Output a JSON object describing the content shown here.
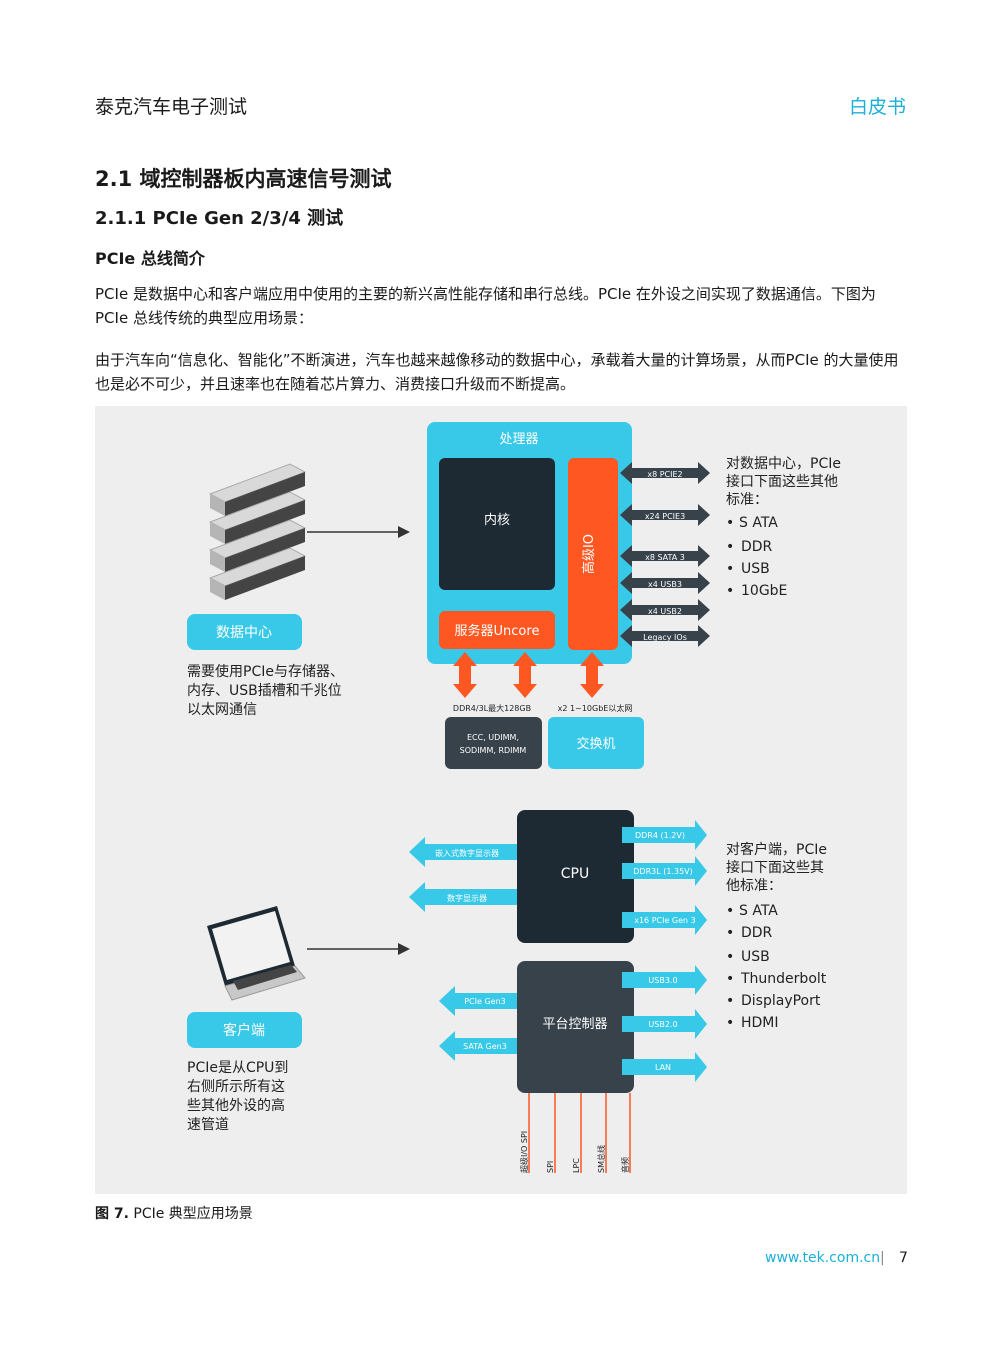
{
  "header": {
    "left": "泰克汽车电子测试",
    "right": "白皮书"
  },
  "section": {
    "h2": "2.1  域控制器板内高速信号测试",
    "h3": "2.1.1  PCIe Gen 2/3/4 测试",
    "h4": "PCIe 总线简介"
  },
  "paragraphs": {
    "p1": "PCIe 是数据中心和客户端应用中使用的主要的新兴高性能存储和串行总线。PCIe 在外设之间实现了数据通信。下图为 PCIe 总线传统的典型应用场景：",
    "p2": "由于汽车向“信息化、智能化”不断演进，汽车也越来越像移动的数据中心，承载着大量的计算场景，从而PCIe 的大量使用也是必不可少，并且速率也在随着芯片算力、消费接口升级而不断提高。"
  },
  "diagram": {
    "top": {
      "processor": "处理器",
      "core": "内核",
      "advanced_io": "高级IO",
      "uncore": "服务器Uncore",
      "ports": [
        "x8 PCIE2",
        "x24 PCIE3",
        "x8 SATA 3",
        "x4 USB3",
        "x4 USB2",
        "Legacy IOs"
      ],
      "mem_label": "DDR4/3L最大128GB",
      "net_label": "x2 1~10GbE以太网",
      "mem_box": [
        "ECC, UDIMM,",
        "SODIMM, RDIMM"
      ],
      "switch": "交换机",
      "node_label": "数据中心",
      "node_desc": [
        "需要使用PCIe与存储器、",
        "内存、USB插槽和千兆位",
        "以太网通信"
      ],
      "std_title": [
        "对数据中心，PCIe",
        "接口下面这些其他",
        "标准："
      ],
      "std_items": [
        "S ATA",
        "DDR",
        "USB",
        "10GbE"
      ]
    },
    "bottom": {
      "cpu": "CPU",
      "cpu_right": [
        "DDR4 (1.2V)",
        "DDR3L (1.35V)",
        "x16 PCIe Gen 3"
      ],
      "cpu_left": [
        "嵌入式数字显示器",
        "数字显示器"
      ],
      "pch": "平台控制器",
      "pch_right": [
        "USB3.0",
        "USB2.0",
        "LAN"
      ],
      "pch_left": [
        "PCIe Gen3",
        "SATA Gen3"
      ],
      "pch_bottom": [
        "超级I/O SPI",
        "SPI",
        "LPC",
        "SM总线",
        "音频"
      ],
      "node_label": "客户端",
      "node_desc": [
        "PCIe是从CPU到",
        "右侧所示所有这",
        "些其他外设的高",
        "速管道"
      ],
      "std_title": [
        "对客户端，PCIe",
        "接口下面这些其",
        "他标准："
      ],
      "std_items": [
        "S ATA",
        "DDR",
        "USB",
        "Thunderbolt",
        "DisplayPort",
        "HDMI"
      ]
    }
  },
  "caption": {
    "label": "图 7.",
    "text": " PCIe 典型应用场景"
  },
  "footer": {
    "url": "www.tek.com.cn",
    "sep": "|",
    "page": "7"
  },
  "colors": {
    "accent": "#1ab0d8",
    "cyan": "#38c8e8",
    "orange": "#ff5722",
    "dark": "#1e2a33",
    "dark2": "#37424b"
  }
}
